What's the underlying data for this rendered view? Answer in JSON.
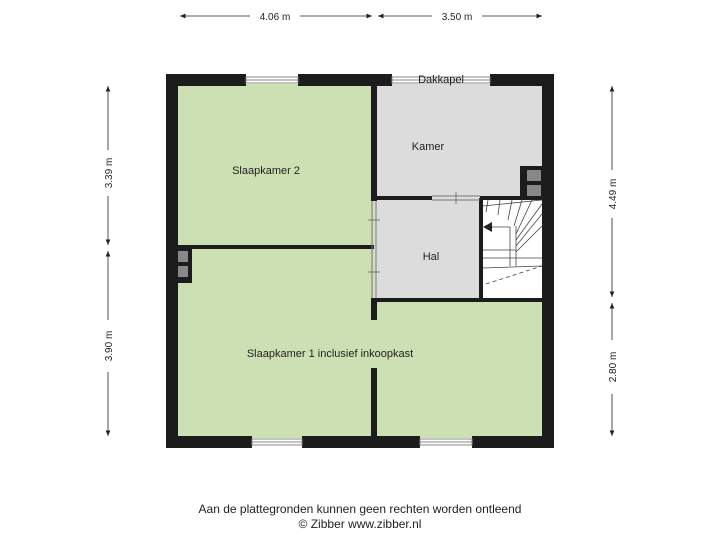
{
  "colors": {
    "bedroom_fill": "#cde0b3",
    "room_fill": "#dcdcdc",
    "wall": "#1c1c1c",
    "window": "#ffffff"
  },
  "dimensions": {
    "top_left": "4.06 m",
    "top_right": "3.50 m",
    "left_top": "3.39 m",
    "left_bottom": "3.90 m",
    "right_top": "4.49 m",
    "right_bottom": "2.80 m"
  },
  "rooms": {
    "slaapkamer2": "Slaapkamer 2",
    "kamer": "Kamer",
    "hal": "Hal",
    "slaapkamer1": "Slaapkamer 1 inclusief inkoopkast",
    "dakkapel": "Dakkapel"
  },
  "footer": {
    "disclaimer": "Aan de plattegronden kunnen geen rechten worden ontleend",
    "copyright": "© Zibber www.zibber.nl"
  }
}
